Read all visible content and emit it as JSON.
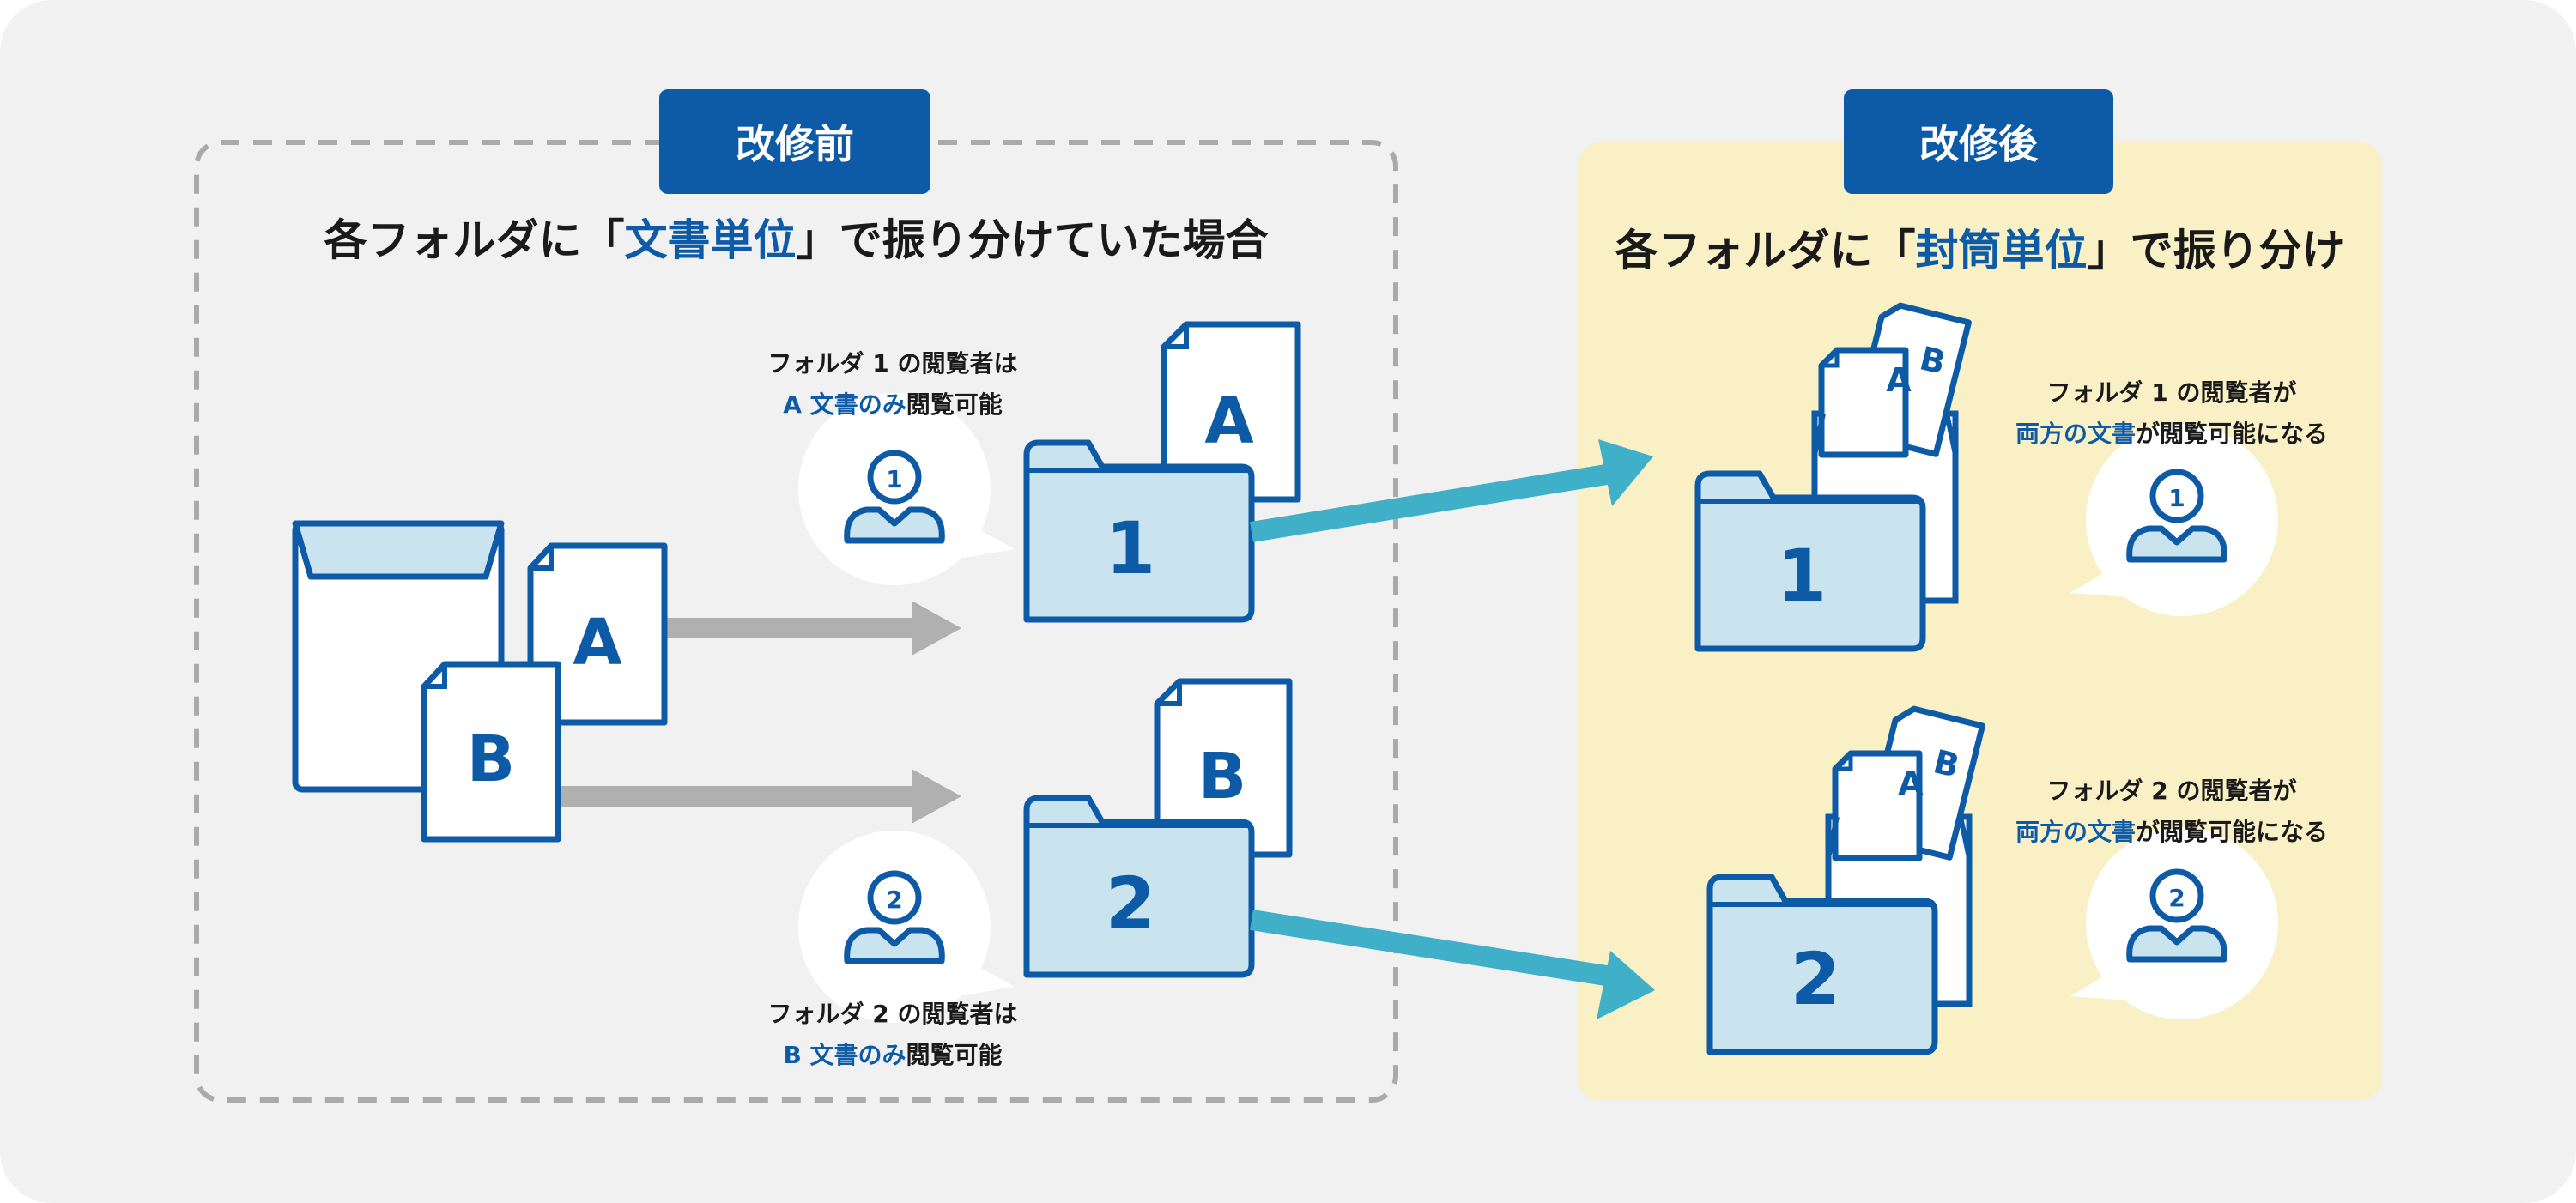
{
  "before": {
    "badge": "改修前",
    "headline_pre": "各フォルダに「",
    "headline_hl": "文書単位",
    "headline_post": "」で振り分けていた場合",
    "viewer1": {
      "line1": "フォルダ 1 の閲覧者は",
      "line2_hl": "A 文書のみ",
      "line2_rest": "閲覧可能"
    },
    "viewer2": {
      "line1": "フォルダ 2 の閲覧者は",
      "line2_hl": "B 文書のみ",
      "line2_rest": "閲覧可能"
    }
  },
  "after": {
    "badge": "改修後",
    "headline_pre": "各フォルダに「",
    "headline_hl": "封筒単位",
    "headline_post": "」で振り分け",
    "viewer1": {
      "line1": "フォルダ 1 の閲覧者が",
      "line2_hl": "両方の文書",
      "line2_rest": "が閲覧可能になる"
    },
    "viewer2": {
      "line1": "フォルダ 2 の閲覧者が",
      "line2_hl": "両方の文書",
      "line2_rest": "が閲覧可能になる"
    }
  },
  "labels": {
    "doc_a": "A",
    "doc_b": "B",
    "folder_1": "1",
    "folder_2": "2",
    "user_1": "1",
    "user_2": "2"
  },
  "colors": {
    "primary": "#0d5aa7",
    "folder_fill": "#c9e4ee",
    "arrow_teal": "#3fb0c8",
    "arrow_gray": "#b0b0b0",
    "after_panel": "#faf0c6",
    "background": "#f1f1f1"
  },
  "icons": [
    "envelope-icon",
    "document-icon",
    "folder-icon",
    "user-icon",
    "speech-bubble-icon",
    "arrow-icon"
  ]
}
